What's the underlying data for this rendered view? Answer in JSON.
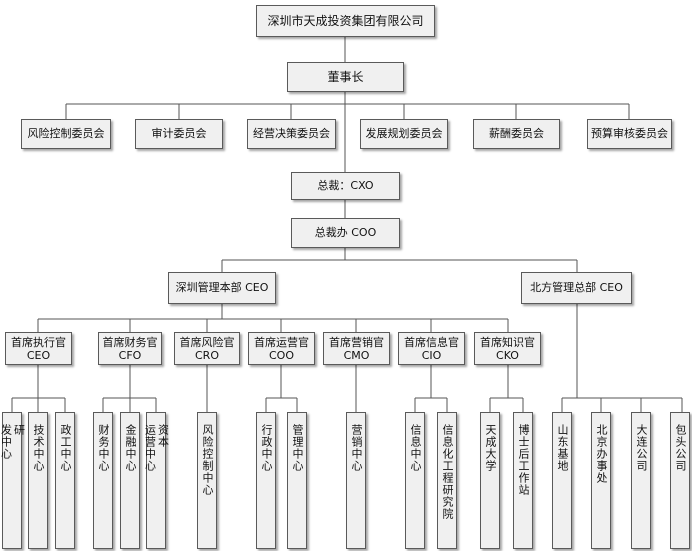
{
  "company": "深圳市天成投资集团有限公司",
  "chairman": "董事长",
  "committees": [
    "风险控制委员会",
    "审计委员会",
    "经营决策委员会",
    "发展规划委员会",
    "薪酬委员会",
    "预算审核委员会"
  ],
  "president": "总裁：CXO",
  "president_office": "总裁办 COO",
  "shenzhen_hq": "深圳管理本部 CEO",
  "north_hq": "北方管理总部 CEO",
  "officers": [
    {
      "title": "首席执行官",
      "abbr": "CEO"
    },
    {
      "title": "首席财务官",
      "abbr": "CFO"
    },
    {
      "title": "首席风险官",
      "abbr": "CRO"
    },
    {
      "title": "首席运营官",
      "abbr": "COO"
    },
    {
      "title": "首席营销官",
      "abbr": "CMO"
    },
    {
      "title": "首席信息官",
      "abbr": "CIO"
    },
    {
      "title": "首席知识官",
      "abbr": "CKO"
    }
  ],
  "units": {
    "ceo": [
      [
        "研",
        "发中心"
      ],
      [
        "技术中心"
      ],
      [
        "政工中心"
      ]
    ],
    "cfo": [
      [
        "财务中心"
      ],
      [
        "金融中心"
      ],
      [
        "资本",
        "运营中心"
      ]
    ],
    "cro": [
      [
        "风险控制中心"
      ]
    ],
    "coo": [
      [
        "行政中心"
      ],
      [
        "管理中心"
      ]
    ],
    "cmo": [
      [
        "营销中心"
      ]
    ],
    "cio": [
      [
        "信息中心"
      ],
      [
        "信息化工程研究院"
      ]
    ],
    "cko": [
      [
        "天成大学"
      ],
      [
        "博士后工作站"
      ]
    ],
    "north": [
      [
        "山东基地"
      ],
      [
        "北京办事处"
      ],
      [
        "大连公司"
      ],
      [
        "包头公司"
      ]
    ]
  }
}
